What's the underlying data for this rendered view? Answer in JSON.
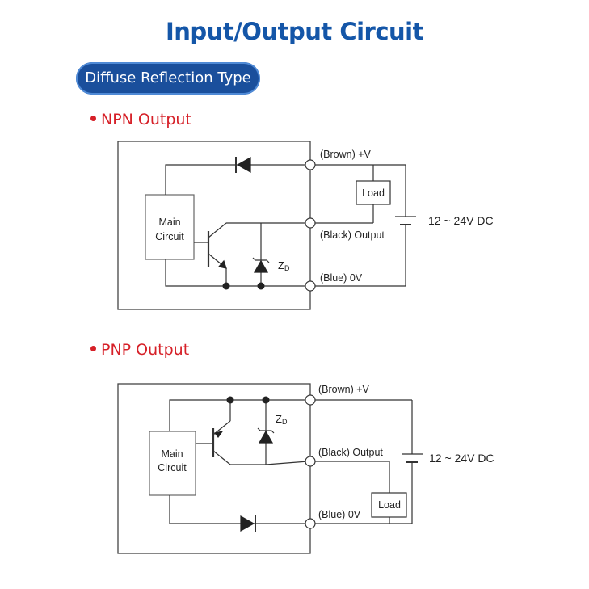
{
  "title": "Input/Output Circuit",
  "type_badge": "Diffuse Reflection Type",
  "npn": {
    "heading": "NPN Output",
    "main_circuit_line1": "Main",
    "main_circuit_line2": "Circuit",
    "zener_label_main": "Z",
    "zener_label_sub": "D",
    "terminal_brown": "(Brown) +V",
    "terminal_black": "(Black) Output",
    "terminal_blue": "(Blue) 0V",
    "load": "Load",
    "supply": "12 ~ 24V DC"
  },
  "pnp": {
    "heading": "PNP Output",
    "main_circuit_line1": "Main",
    "main_circuit_line2": "Circuit",
    "zener_label_main": "Z",
    "zener_label_sub": "D",
    "terminal_brown": "(Brown) +V",
    "terminal_black": "(Black) Output",
    "terminal_blue": "(Blue) 0V",
    "load": "Load",
    "supply": "12 ~ 24V DC"
  },
  "colors": {
    "title": "#1456a8",
    "badge_bg": "#1a4f9c",
    "heading": "#d62028",
    "line": "#333333"
  }
}
